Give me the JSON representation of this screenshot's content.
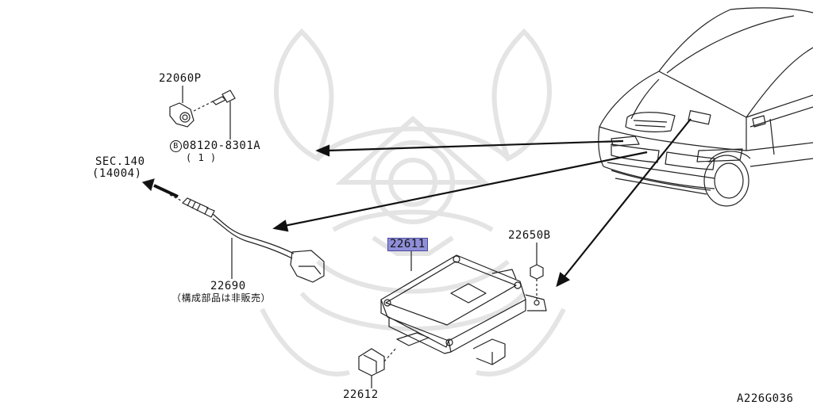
{
  "labels": {
    "sensor_knock": "22060P",
    "bolt_code": "08120-8301A",
    "bolt_qty": "( 1 )",
    "bolt_prefix": "B",
    "sec_ref": "SEC.140",
    "sec_ref_sub": "(14004)",
    "harness": "22690",
    "harness_note": "（構成部品は非販売）",
    "ecu": "22611",
    "nut": "22650B",
    "bracket": "22612",
    "figure_code": "A226G036"
  },
  "colors": {
    "highlight": "#8f8fd8",
    "line": "#111111",
    "watermark": "#e6e6e6"
  }
}
